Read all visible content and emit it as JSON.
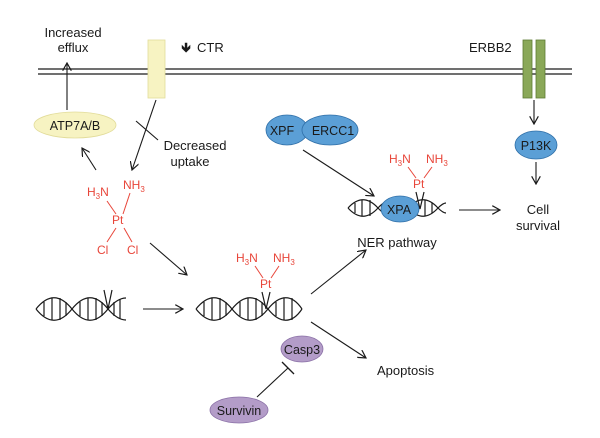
{
  "labels": {
    "increased_efflux": [
      "Increased",
      "efflux"
    ],
    "ctr": "CTR",
    "ctr_arrow": "🡻",
    "erbb2": "ERBB2",
    "decreased_uptake": [
      "Decreased",
      "uptake"
    ],
    "ner_pathway": "NER pathway",
    "cell_survival": [
      "Cell",
      "survival"
    ],
    "apoptosis": "Apoptosis"
  },
  "nodes": {
    "atp7ab": "ATP7A/B",
    "xpf": "XPF",
    "ercc1": "ERCC1",
    "xpa": "XPA",
    "pi3k": "P13K",
    "casp3": "Casp3",
    "survivin": "Survivin"
  },
  "cisplatin": {
    "h3n_h": "H",
    "h3n_sub": "3",
    "h3n_n": "N",
    "nh3_n": "NH",
    "nh3_sub": "3",
    "pt": "Pt",
    "cl": "Cl"
  },
  "colors": {
    "atp_fill": "#f7f3c2",
    "ctr_fill": "#f7f3c2",
    "blue_fill": "#5b9fd6",
    "blue_stroke": "#2f6fa8",
    "purple_fill": "#b39cc8",
    "purple_stroke": "#8a70a6",
    "erbb2_fill": "#8aa858",
    "pt_red": "#e8463a"
  }
}
